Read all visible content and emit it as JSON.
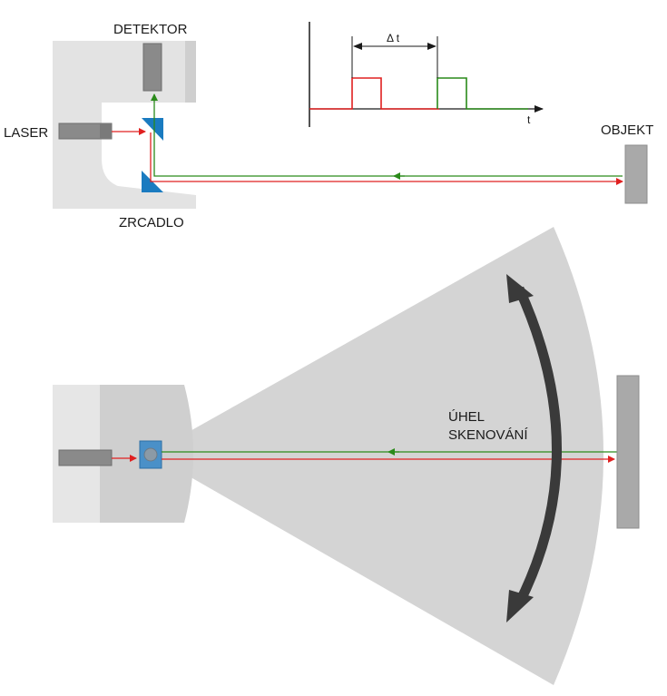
{
  "labels": {
    "detector": "DETEKTOR",
    "laser": "LASER",
    "mirror": "ZRCADLO",
    "object": "OBJEKT",
    "delta_t": "Δ t",
    "t_axis": "t",
    "scan_angle_line1": "ÚHEL",
    "scan_angle_line2": "SKENOVÁNÍ"
  },
  "colors": {
    "emitted_beam": "#e02020",
    "reflected_beam": "#2a8a1a",
    "mirror": "#1a7bc0",
    "housing": "#e3e3e3",
    "component": "#8a8a8a",
    "scan_sector": "#d4d4d4",
    "arrow": "#3a3a3a"
  }
}
